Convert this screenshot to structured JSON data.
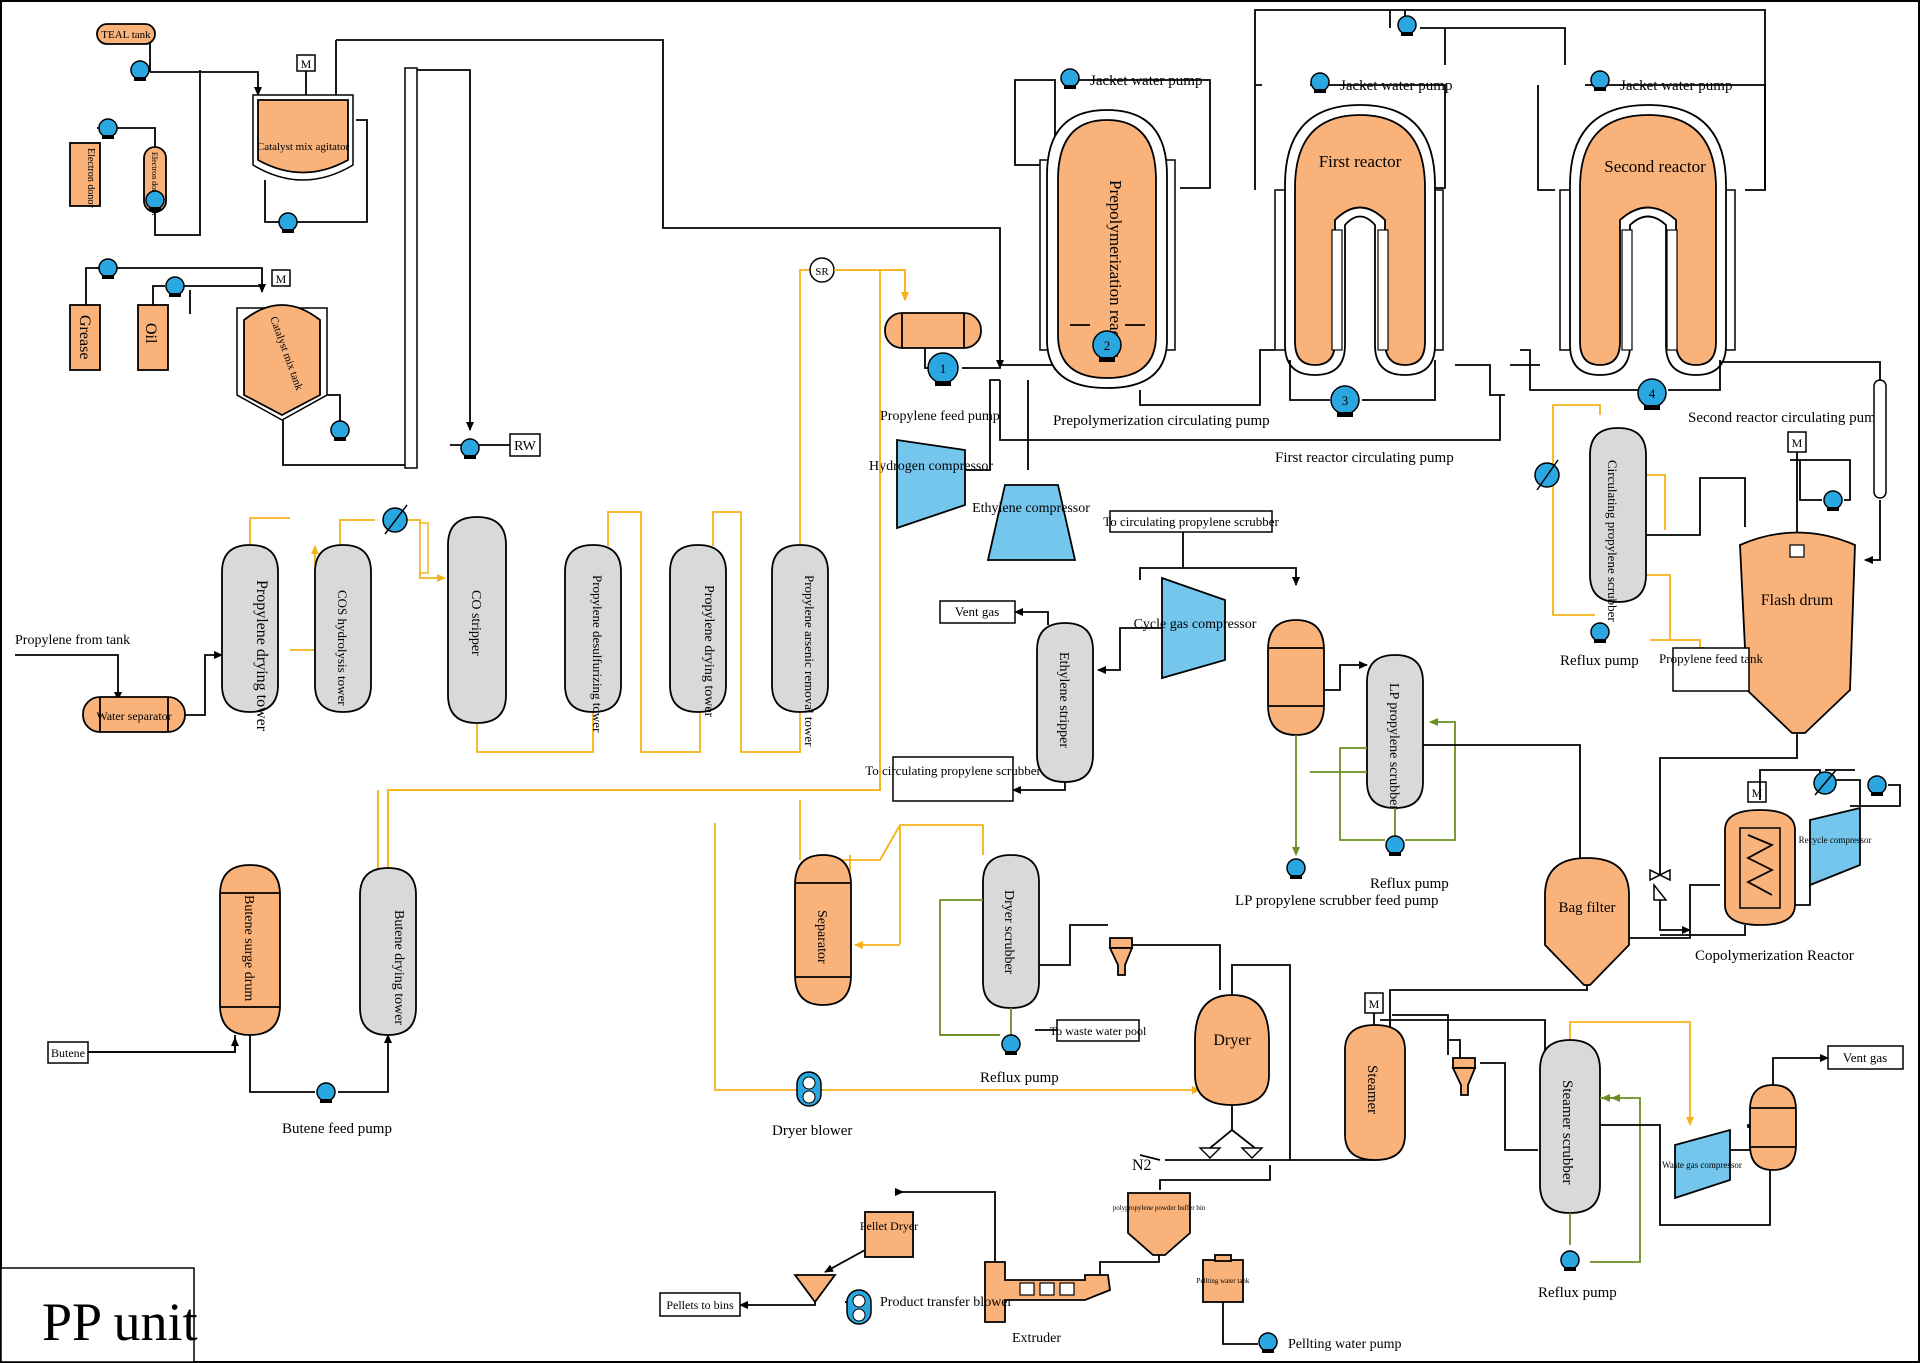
{
  "title": "PP unit",
  "colors": {
    "vessel_orange": "#f8b27a",
    "vessel_gray": "#d9d9d9",
    "equipment_blue": "#74c6ec",
    "line_yellow": "#f5b21a",
    "line_green": "#6b8e23",
    "line_black": "#000000"
  },
  "tanks": {
    "teal": "TEAL tank",
    "electron_donor": "Electron donor",
    "electron_donor_tank": "Electron donor tank",
    "grease": "Grease",
    "oil": "Oil"
  },
  "catalyst": {
    "mix_agitator": "Catalyst mix agitator",
    "mix_tank": "Catalyst mix tank",
    "motor": "M",
    "rw": "RW"
  },
  "feed": {
    "propylene_from_tank": "Propylene from tank",
    "water_separator": "Water separator",
    "sr": "SR",
    "propylene_feed_pump": "Propylene feed pump",
    "butene": "Butene",
    "butene_feed_pump": "Butene feed pump"
  },
  "towers": {
    "propylene_drying_1": "Propylene drying tower",
    "cos": "COS hydrolysis tower",
    "co_stripper": "CO stripper",
    "desulfurizing": "Propylene desulfurizing tower",
    "propylene_drying_2": "Propylene drying tower",
    "arsenic": "Propylene arsenic removal tower",
    "butene_surge": "Butene surge drum",
    "butene_drying": "Butene drying tower"
  },
  "compressors": {
    "hydrogen": "Hydrogen compressor",
    "ethylene": "Ethylene compressor",
    "cycle_gas": "Cycle gas compressor",
    "recycle": "Recycle compressor",
    "waste_gas": "Waste gas compressor"
  },
  "reactors": {
    "prepolymerization": "Prepolymerization reactor",
    "first": "First reactor",
    "second": "Second reactor",
    "jacket_pump": "Jacket water pump",
    "prepoly_pump": "Prepolymerization circulating pump",
    "first_pump": "First reactor circulating pump",
    "second_pump": "Second reactor circulating pump",
    "pump_numbers": [
      "1",
      "2",
      "3",
      "4"
    ]
  },
  "recovery": {
    "to_scrubber_top": "To circulating propylene scrubber",
    "vent_gas": "Vent gas",
    "ethylene_stripper": "Ethylene stripper",
    "to_scrubber_bottom": "To circulating propylene scrubber",
    "lp_scrubber": "LP propylene scrubber",
    "reflux_pump": "Reflux pump",
    "lp_feed_pump": "LP propylene scrubber feed pump",
    "circ_scrubber": "Circulating propylene scrubber",
    "propylene_feed_tank": "Propylene feed tank",
    "flash_drum": "Flash drum",
    "bag_filter": "Bag filter",
    "copolymerization": "Copolymerization Reactor"
  },
  "finishing": {
    "separator": "Separator",
    "dryer_scrubber": "Dryer scrubber",
    "to_waste_water": "To waste water pool",
    "dryer": "Dryer",
    "dryer_blower": "Dryer blower",
    "n2": "N2",
    "steamer": "Steamer",
    "steamer_scrubber": "Steamer scrubber",
    "vent_gas": "Vent gas",
    "powder_bin": "polypropylene powder buffer bin",
    "pellet_dryer": "Pellet Dryer",
    "pellets_to_bins": "Pellets to bins",
    "transfer_blower": "Product transfer blower",
    "extruder": "Extruder",
    "pelleting_tank": "Pellting water tank",
    "pelleting_pump": "Pellting water pump"
  }
}
